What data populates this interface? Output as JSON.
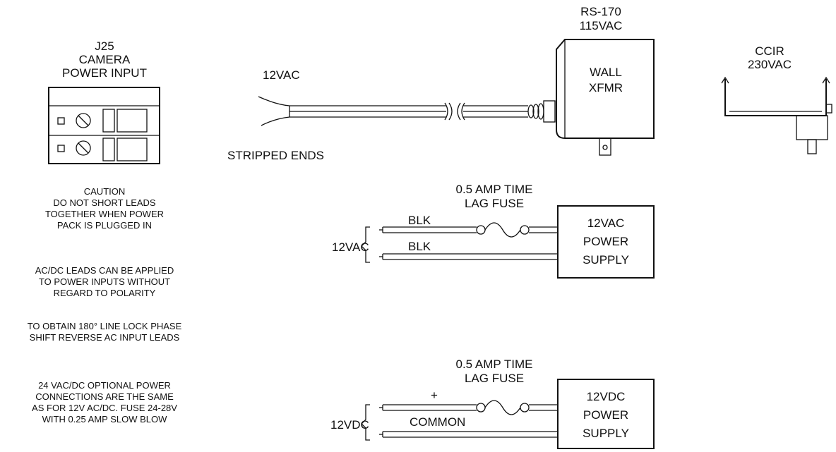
{
  "terminal_block": {
    "title_lines": [
      "J25",
      "CAMERA",
      "POWER INPUT"
    ]
  },
  "notes": [
    {
      "lines": [
        "CAUTION",
        "DO NOT SHORT LEADS",
        "TOGETHER WHEN POWER",
        "PACK IS PLUGGED IN"
      ]
    },
    {
      "lines": [
        "AC/DC LEADS CAN BE APPLIED",
        "TO POWER INPUTS WITHOUT",
        "REGARD TO POLARITY"
      ]
    },
    {
      "lines": [
        "TO OBTAIN 180° LINE LOCK PHASE",
        "SHIFT REVERSE AC INPUT LEADS"
      ]
    },
    {
      "lines": [
        "24 VAC/DC OPTIONAL POWER",
        "CONNECTIONS ARE THE SAME",
        "AS FOR 12V AC/DC. FUSE 24-28V",
        "WITH 0.25 AMP SLOW BLOW"
      ]
    }
  ],
  "cable": {
    "voltage": "12VAC",
    "ends_label": "STRIPPED ENDS"
  },
  "wall_transformer": {
    "standard_lines": [
      "RS-170",
      "115VAC"
    ],
    "body_lines": [
      "WALL",
      "XFMR"
    ]
  },
  "ccir_plug": {
    "lines": [
      "CCIR",
      "230VAC"
    ]
  },
  "ac_supply": {
    "fuse_lines": [
      "0.5 AMP TIME",
      "LAG FUSE"
    ],
    "input_label": "12VAC",
    "wire_top": "BLK",
    "wire_bottom": "BLK",
    "box_lines": [
      "12VAC",
      "POWER",
      "SUPPLY"
    ]
  },
  "dc_supply": {
    "fuse_lines": [
      "0.5 AMP TIME",
      "LAG FUSE"
    ],
    "input_label": "12VDC",
    "wire_top": "+",
    "wire_bottom": "COMMON",
    "box_lines": [
      "12VDC",
      "POWER",
      "SUPPLY"
    ]
  }
}
